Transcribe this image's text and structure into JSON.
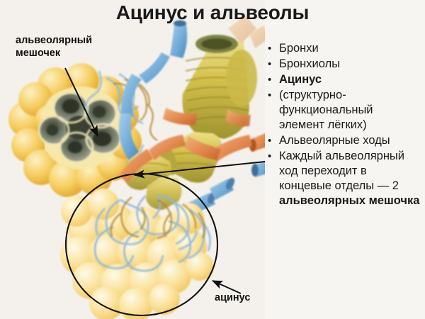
{
  "slide": {
    "title": "Ацинус и альвеолы",
    "background_color": "#f4f1ec",
    "panel_color": "#f7f5f2",
    "text_color": "#1a1a1a"
  },
  "bullets": [
    {
      "marker": "•",
      "text": "Бронхи",
      "bold": false
    },
    {
      "marker": "•",
      "text": "Бронхиолы",
      "bold": false
    },
    {
      "marker": "•",
      "text": "Ацинус",
      "bold": true
    },
    {
      "marker": "•",
      "text": "(структурно-функциональный элемент лёгких)",
      "bold": false
    },
    {
      "marker": "•",
      "text": "Альвеолярные ходы",
      "bold": false
    },
    {
      "marker": "•",
      "text": "Каждый альвеолярный ход переходит в концевые отделы — 2 ",
      "bold": false,
      "bold_tail": "альвеолярных мешочка"
    }
  ],
  "callouts": [
    {
      "id": "label-sac",
      "text": "альвеолярный\nмешочек"
    },
    {
      "id": "label-acinus",
      "text": "ацинус"
    }
  ],
  "illustration": {
    "name": "acinus-and-alveoli-diagram",
    "alveoli_color": "#f2c84b",
    "alveoli_light": "#fae3a0",
    "cutaway_color": "#7d8470",
    "bronchus_color": "#c8b53c",
    "vein_color": "#7db4dd",
    "artery_color": "#e08a4a",
    "capillary_color": "#8fb8d8",
    "circle_color": "#111111"
  }
}
